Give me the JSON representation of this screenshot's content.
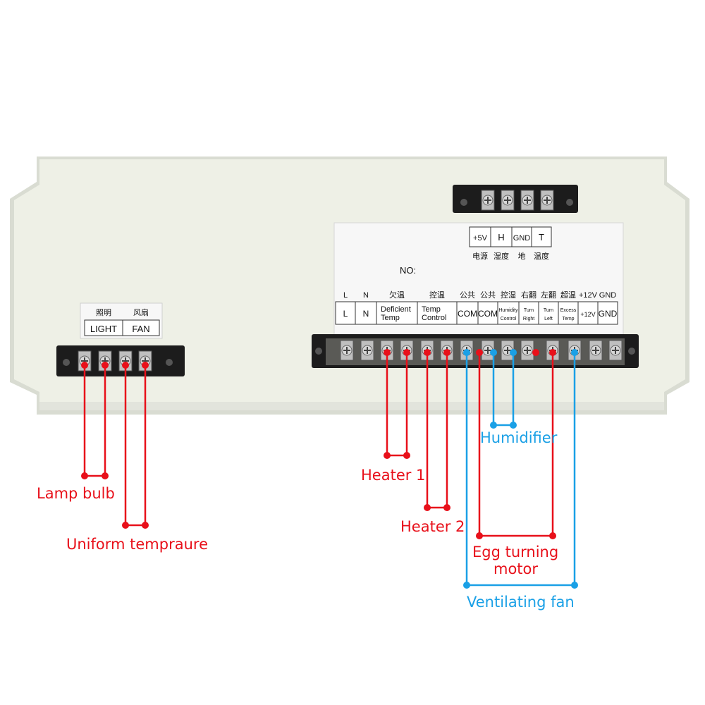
{
  "colors": {
    "red_wire": "#e8101a",
    "blue_wire": "#1aa0e6",
    "board": "#eef0e6",
    "label_sheet": "#f7f7f7",
    "terminal_black": "#1c1c1c"
  },
  "left_block": {
    "header_cn": [
      "照明",
      "风扇"
    ],
    "header_en": [
      "LIGHT",
      "FAN"
    ]
  },
  "top_block": {
    "labels": [
      "+5V",
      "H",
      "GND",
      "T"
    ],
    "cn": [
      "电源",
      "湿度",
      "地",
      "温度"
    ]
  },
  "main_sheet": {
    "no_label": "NO:",
    "cn_row": [
      "L",
      "N",
      "欠温",
      "控温",
      "公共",
      "公共",
      "控湿",
      "右翻",
      "左翻",
      "超温",
      "+12V",
      "GND"
    ],
    "cells": [
      {
        "t1": "L",
        "t2": ""
      },
      {
        "t1": "N",
        "t2": ""
      },
      {
        "t1": "Deficient",
        "t2": "Temp"
      },
      {
        "t1": "Temp",
        "t2": "Control"
      },
      {
        "t1": "COM",
        "t2": ""
      },
      {
        "t1": "COM",
        "t2": ""
      },
      {
        "t1": "Humidity",
        "t2": "Control"
      },
      {
        "t1": "Turn",
        "t2": "Right"
      },
      {
        "t1": "Turn",
        "t2": "Left"
      },
      {
        "t1": "Excess",
        "t2": "Temp"
      },
      {
        "t1": "+12V",
        "t2": ""
      },
      {
        "t1": "GND",
        "t2": ""
      }
    ]
  },
  "annotations": {
    "lamp": "Lamp bulb",
    "uniform": "Uniform tempraure",
    "heater1": "Heater 1",
    "heater2": "Heater 2",
    "humidifier": "Humidifier",
    "egg1": "Egg turning",
    "egg2": "motor",
    "fan": "Ventilating fan"
  }
}
